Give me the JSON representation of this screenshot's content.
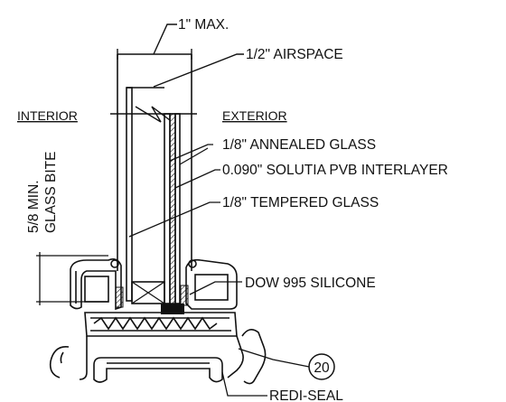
{
  "labels": {
    "max_width": "1\" MAX.",
    "airspace": "1/2\" AIRSPACE",
    "interior": "INTERIOR",
    "exterior": "EXTERIOR",
    "annealed_glass": "1/8\" ANNEALED GLASS",
    "interlayer": "0.090\" SOLUTIA PVB INTERLAYER",
    "tempered_glass": "1/8\" TEMPERED GLASS",
    "bite_line1": "5/8 MIN.",
    "bite_line2": "GLASS BITE",
    "silicone": "DOW 995 SILICONE",
    "detail_number": "20",
    "redi_seal": "REDI-SEAL"
  },
  "colors": {
    "line": "#111111",
    "background": "#ffffff"
  }
}
